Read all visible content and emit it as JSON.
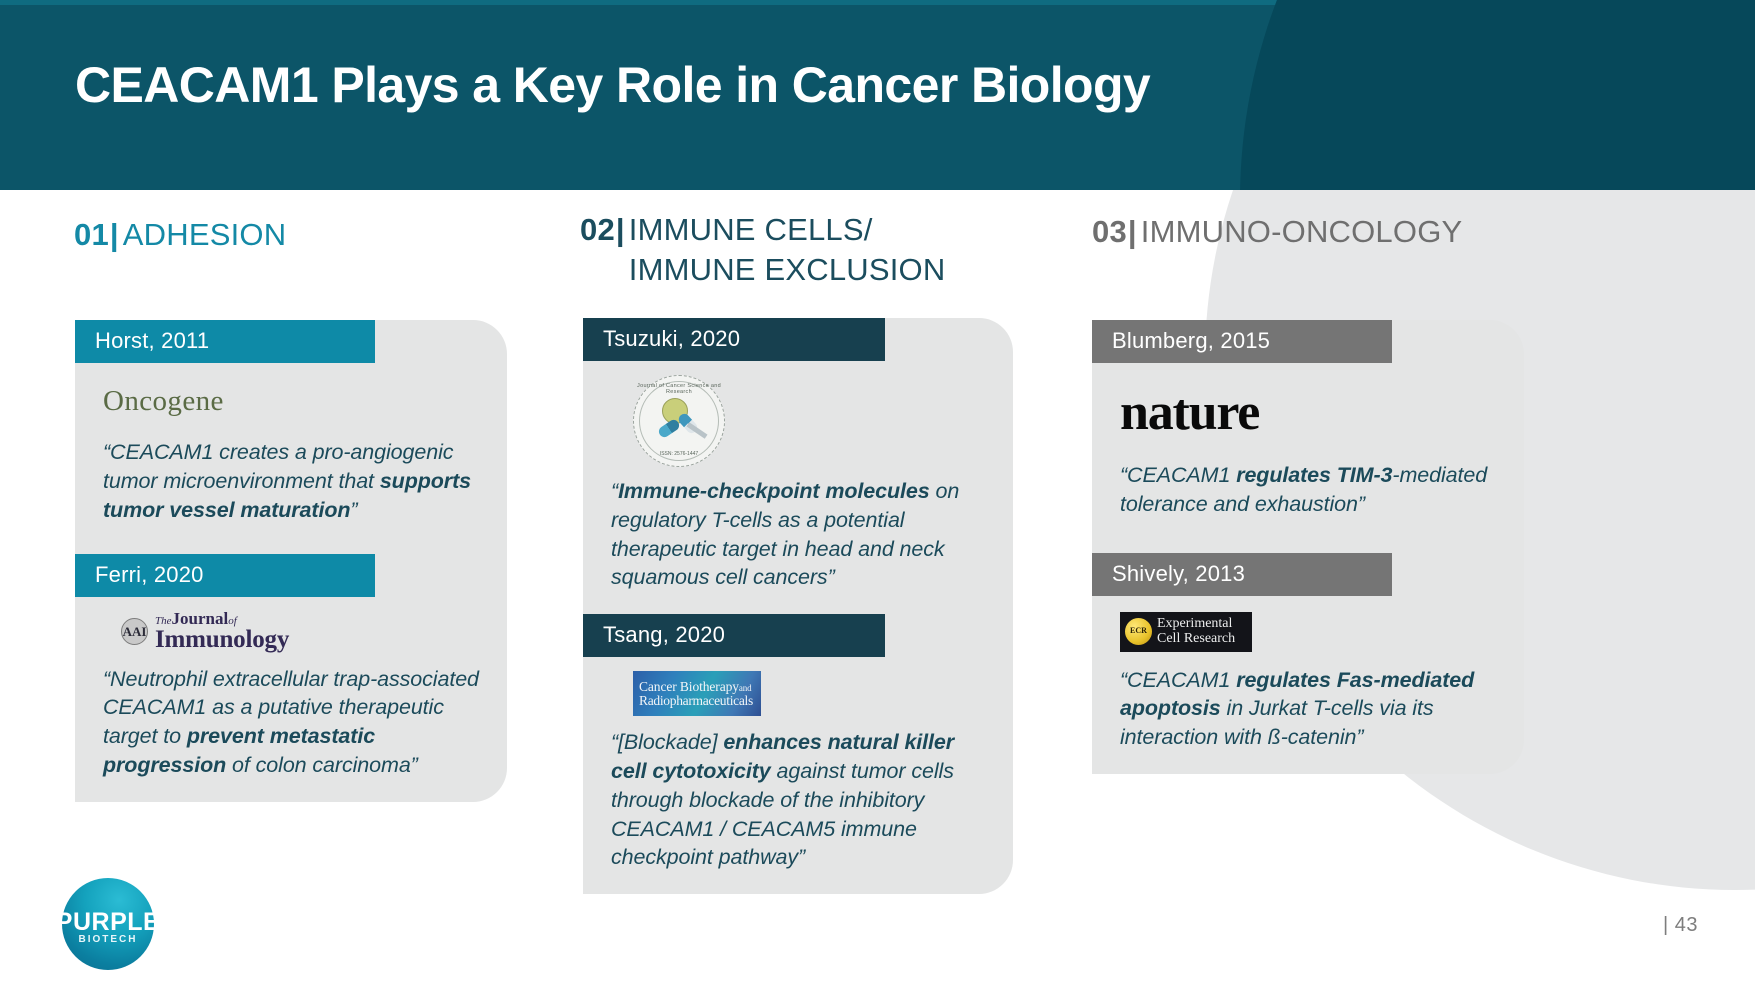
{
  "slide": {
    "title": "CEACAM1 Plays a Key Role in Cancer Biology",
    "page_number": "| 43",
    "colors": {
      "header_band": "#0c5568",
      "header_curve": "#06485a",
      "accent_teal": "#1489a6",
      "accent_navy": "#1b4d5e",
      "accent_gray": "#6f6f6f",
      "card_background": "#e4e5e5",
      "quote_text": "#1b4a5a"
    }
  },
  "columns": [
    {
      "number": "01",
      "separator": "|",
      "label": "ADHESION",
      "badge_style": "teal",
      "cards": [
        {
          "reference": "Horst, 2011",
          "journal_logo": "oncogene-logo",
          "journal_name": "Oncogene",
          "quote_parts": [
            {
              "text": "“CEACAM1 creates a pro-angiogenic tumor microenvironment that ",
              "bold": false
            },
            {
              "text": "supports tumor vessel maturation",
              "bold": true
            },
            {
              "text": "”",
              "bold": false
            }
          ]
        },
        {
          "reference": "Ferri, 2020",
          "journal_logo": "journal-of-immunology-logo",
          "journal_name": "The Journal of Immunology",
          "logo_text": {
            "the": "The",
            "journal": "Journal",
            "of": "of",
            "immunology": "Immunology",
            "seal": "AAI"
          },
          "quote_parts": [
            {
              "text": "“Neutrophil extracellular trap-associated CEACAM1 as a putative therapeutic target to ",
              "bold": false
            },
            {
              "text": "prevent metastatic progression",
              "bold": true
            },
            {
              "text": " of colon carcinoma”",
              "bold": false
            }
          ]
        }
      ]
    },
    {
      "number": "02",
      "separator": "|",
      "label_line1": "IMMUNE CELLS/",
      "label_line2": "IMMUNE EXCLUSION",
      "badge_style": "navy",
      "cards": [
        {
          "reference": "Tsuzuki, 2020",
          "journal_logo": "journal-of-cancer-science-and-research-seal",
          "journal_name": "Journal of Cancer Science and Research",
          "logo_text": {
            "ring": "Journal of Cancer Science and Research",
            "issn": "ISSN: 2576-1447"
          },
          "quote_parts": [
            {
              "text": "“",
              "bold": false
            },
            {
              "text": "Immune-checkpoint molecules",
              "bold": true
            },
            {
              "text": " on regulatory T-cells as a potential therapeutic target in head and neck squamous cell cancers”",
              "bold": false
            }
          ]
        },
        {
          "reference": "Tsang, 2020",
          "journal_logo": "cancer-biotherapy-radiopharmaceuticals-logo",
          "journal_name": "Cancer Biotherapy and Radiopharmaceuticals",
          "logo_text": {
            "line1": "Cancer Biotherapy",
            "amp": "and",
            "line2": "Radiopharmaceuticals"
          },
          "quote_parts": [
            {
              "text": "“[Blockade] ",
              "bold": false
            },
            {
              "text": "enhances natural killer cell cytotoxicity",
              "bold": true
            },
            {
              "text": " against tumor cells through blockade of the inhibitory CEACAM1 / CEACAM5 immune checkpoint pathway”",
              "bold": false
            }
          ]
        }
      ]
    },
    {
      "number": "03",
      "separator": "|",
      "label": "IMMUNO-ONCOLOGY",
      "badge_style": "gray",
      "cards": [
        {
          "reference": "Blumberg, 2015",
          "journal_logo": "nature-logo",
          "journal_name": "nature",
          "quote_parts": [
            {
              "text": "“CEACAM1 ",
              "bold": false
            },
            {
              "text": "regulates TIM-3",
              "bold": true
            },
            {
              "text": "-mediated tolerance and exhaustion”",
              "bold": false
            }
          ]
        },
        {
          "reference": "Shively, 2013",
          "journal_logo": "experimental-cell-research-logo",
          "journal_name": "Experimental Cell Research",
          "logo_text": {
            "seal": "ECR",
            "line1": "Experimental",
            "line2": "Cell Research"
          },
          "quote_parts": [
            {
              "text": "“CEACAM1 ",
              "bold": false
            },
            {
              "text": "regulates Fas-mediated apoptosis",
              "bold": true
            },
            {
              "text": " in Jurkat T-cells via its interaction with ß-catenin”",
              "bold": false
            }
          ]
        }
      ]
    }
  ],
  "brand": {
    "name": "PURPLE",
    "subtitle": "BIOTECH"
  }
}
